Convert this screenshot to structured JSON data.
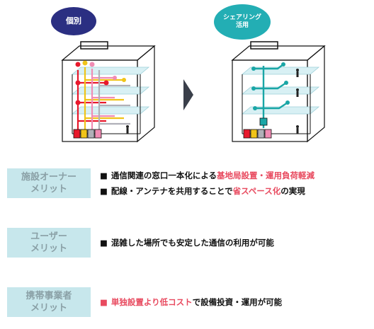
{
  "figure": {
    "left_badge": "個別",
    "right_badge": "シェアリング\n活用",
    "colors": {
      "badge_left": "#2b2f82",
      "badge_right": "#23aeb4",
      "cable_red": "#e8192c",
      "cable_yellow": "#f0c419",
      "cable_pink": "#f08cb4",
      "cable_teal": "#1aa6a6",
      "arrow": "#3a3f4a"
    }
  },
  "rows": [
    {
      "label_line1": "施設オーナー",
      "label_line2": "メリット",
      "bullets": [
        {
          "marker": "■",
          "text1": "通信関連の窓口一本化による",
          "emph": "基地局設置・運用負荷軽減",
          "text2": ""
        },
        {
          "marker": "■",
          "text1": "配線・アンテナを共用することで",
          "emph": "省スペース化",
          "text2": "の実現"
        }
      ]
    },
    {
      "label_line1": "ユーザー",
      "label_line2": "メリット",
      "bullets": [
        {
          "marker": "■",
          "text1": "混雑した場所でも安定した通信の利用が可能",
          "emph": "",
          "text2": ""
        }
      ]
    },
    {
      "label_line1": "携帯事業者",
      "label_line2": "メリット",
      "bullets": [
        {
          "marker": "■",
          "text1": "",
          "emph": "単独設置より低コスト",
          "text2": "で設備投資・運用が可能",
          "marker_red": true
        }
      ]
    }
  ]
}
